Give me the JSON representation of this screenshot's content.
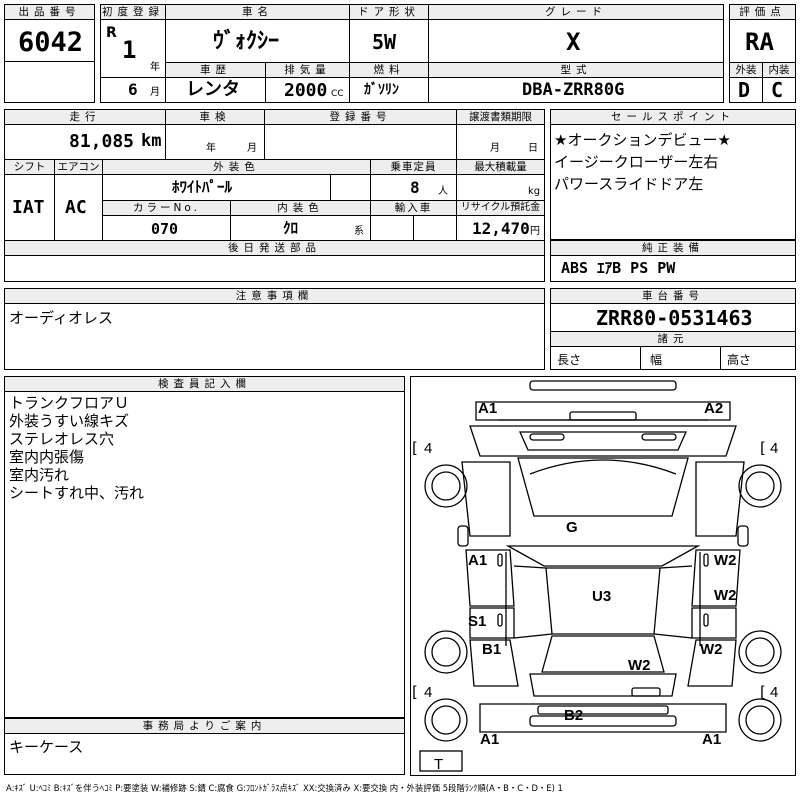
{
  "headers": {
    "lot_no": "出品番号",
    "first_reg": "初度登録",
    "car_name": "車名",
    "door": "ドア形状",
    "grade": "グレード",
    "score": "評価点",
    "history": "車歴",
    "displacement": "排気量",
    "fuel": "燃料",
    "model": "型式",
    "exterior": "外装",
    "interior": "内装",
    "mileage": "走行",
    "inspection": "車検",
    "reg_no": "登録番号",
    "transfer": "譲渡書類期限",
    "sales_points": "セールスポイント",
    "shift": "シフト",
    "aircon": "エアコン",
    "ext_color": "外装色",
    "capacity": "乗車定員",
    "max_load": "最大積載量",
    "color_no": "カラーNo.",
    "int_color": "内装色",
    "import": "輸入車",
    "recycle": "リサイクル預託金",
    "later_parts": "後日発送部品",
    "equipment": "純正装備",
    "notes": "注意事項欄",
    "chassis_no": "車台番号",
    "specs": "諸元",
    "inspector": "検査員記入欄",
    "office": "事務局よりご案内"
  },
  "car": {
    "lot_no": "6042",
    "era": "R",
    "year": "1",
    "year_unit": "年",
    "month": "6",
    "month_unit": "月",
    "name": "ｳﾞｫｸｼｰ",
    "door": "5W",
    "grade": "X",
    "score": "RA",
    "history": "レンタ",
    "displacement": "2000",
    "cc_unit": "CC",
    "fuel": "ｶﾞｿﾘﾝ",
    "model": "DBA-ZRR80G",
    "exterior_grade": "D",
    "interior_grade": "C",
    "mileage": "81,085",
    "km_unit": "km",
    "insp_year_unit": "年",
    "insp_month_unit": "月",
    "transfer_month_unit": "月",
    "transfer_day_unit": "日",
    "shift": "IAT",
    "aircon": "AC",
    "ext_color": "ﾎﾜｲﾄﾊﾟｰﾙ",
    "capacity": "8",
    "capacity_unit": "人",
    "load_unit": "kg",
    "color_no": "070",
    "int_color": "ｸﾛ",
    "int_color_unit": "系",
    "recycle": "12,470",
    "recycle_unit": "円",
    "chassis_no": "ZRR80-0531463",
    "length_label": "長さ",
    "width_label": "幅",
    "height_label": "高さ"
  },
  "sales_points": [
    "★オークションデビュー★",
    "イージークローザー左右",
    "パワースライドドア左"
  ],
  "equipment": "ABS ｴｱB PS PW",
  "notes": "オーディオレス",
  "inspector_lines": [
    "トランクフロアＵ",
    "外装うすい線キズ",
    "ステレオレス穴",
    "室内内張傷",
    "室内汚れ",
    "シートすれ中、汚れ"
  ],
  "office_note": "キーケース",
  "damage": {
    "front_left": "A1",
    "front_right": "A2",
    "left_wheel_front": "4",
    "right_wheel_front": "4",
    "left_wheel_rear": "4",
    "right_wheel_rear": "4",
    "roof": "G",
    "left_front_door": "A1",
    "right_front_door": "W2",
    "right_rear_door": "W2",
    "floor": "U3",
    "left_sill": "S1",
    "left_rear_fender": "B1",
    "right_rear_fender": "W2",
    "rear_glass": "W2",
    "rear_bumper": "B2",
    "rear_left": "A1",
    "rear_right": "A1",
    "trunk": "T"
  },
  "legend": "A:ｷｽﾞ U:ﾍｺﾐ B:ｷｽﾞを伴うﾍｺﾐ P:要塗装 W:補修跡 S:錆 C:腐食 G:ﾌﾛﾝﾄｶﾞﾗｽ点ｷｽﾞ XX:交換済み X:要交換 内・外装評価 5段階ﾗﾝｸ順(A・B・C・D・E) 1"
}
